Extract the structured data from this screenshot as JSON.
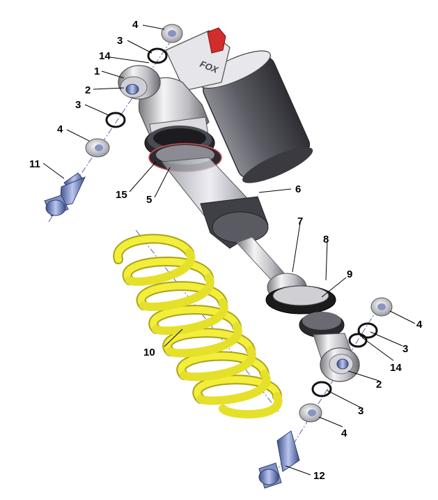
{
  "callouts": {
    "c1": "1",
    "c2a": "2",
    "c2b": "2",
    "c3a": "3",
    "c3b": "3",
    "c3c": "3",
    "c3d": "3",
    "c4a": "4",
    "c4b": "4",
    "c4c": "4",
    "c4d": "4",
    "c5": "5",
    "c6": "6",
    "c7": "7",
    "c8": "8",
    "c9": "9",
    "c10": "10",
    "c11": "11",
    "c12": "12",
    "c14a": "14",
    "c14b": "14",
    "c15": "15"
  },
  "reservoir_logo": "FOX",
  "colors": {
    "spring": "#f2ee3a",
    "spring_dark": "#a9a21a",
    "bolt": "#5a6fae",
    "washer": "#c7c7cf",
    "cap_red": "#d22d2d",
    "body": "#d8d8dc",
    "reservoir": "#6e6e76",
    "seat_black": "#1b1b1b"
  }
}
